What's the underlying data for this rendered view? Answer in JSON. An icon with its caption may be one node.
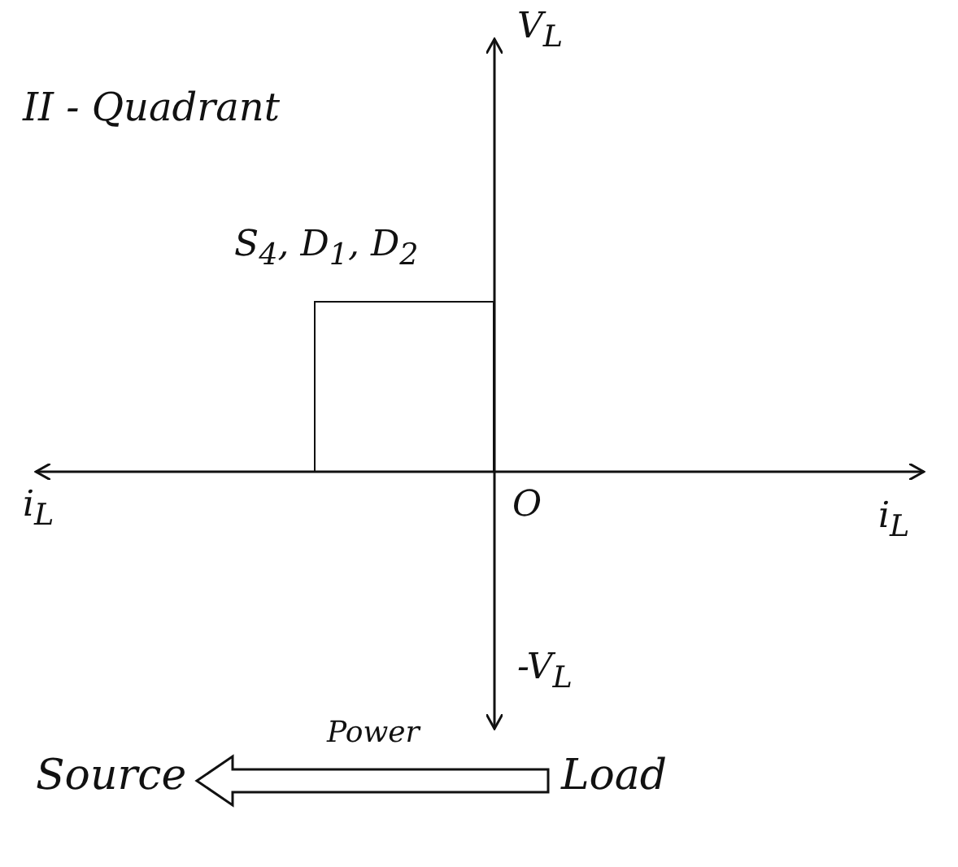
{
  "diagram": {
    "title": "II - Quadrant",
    "nodes": [
      {
        "text": [
          "Source"
        ]
      },
      {
        "text": [
          "Load"
        ]
      },
      {
        "text": [
          "S$_{4}$, D$_{1}$, D$_{2}$"
        ]
      }
    ],
    "edges": [
      {
        "from": 1,
        "to": 0,
        "arrow": "to",
        "label": "Power"
      }
    ],
    "labels": [
      "V$_{L}$",
      "i$_{L}$",
      "O",
      "i$_{L}$",
      "-V$_{L}$"
    ]
  }
}
